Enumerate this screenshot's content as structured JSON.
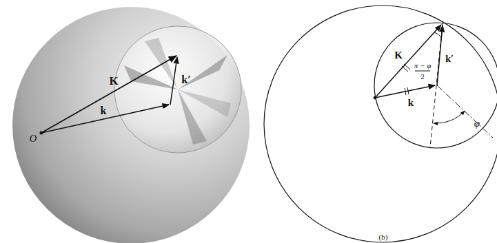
{
  "diagram": {
    "labels": [
      "K",
      "k′",
      "k",
      "O",
      "K",
      "k′",
      "π − φ",
      "2",
      "k",
      "φ",
      "(b)"
    ]
  }
}
